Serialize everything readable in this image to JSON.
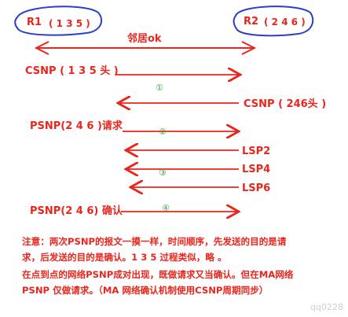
{
  "router_left": {
    "name": "R1",
    "lsps": "( 1 3 5 )"
  },
  "router_right": {
    "name": "R2",
    "lsps": "( 2 4 6 )"
  },
  "adjacency": "邻居ok",
  "steps": [
    {
      "label": "CSNP ( 1 3 5 头 )",
      "direction": "right"
    },
    {
      "num": "①"
    },
    {
      "label": "CSNP ( 246头 )",
      "direction": "left"
    },
    {
      "label": "PSNP(2 4 6 )请求",
      "direction": "right"
    },
    {
      "num": "②"
    },
    {
      "label": "LSP2",
      "direction": "left"
    },
    {
      "label": "LSP4",
      "direction": "left"
    },
    {
      "num": "③"
    },
    {
      "label": "LSP6",
      "direction": "left"
    },
    {
      "label": "PSNP(2 4 6) 确认",
      "direction": "right"
    },
    {
      "num": "④"
    }
  ],
  "note_lines": [
    "注意：两次PSNP的报文一摸一样，时间顺序，先发送的目的是请",
    "求，后发送的目的是确认。1 3 5 过程类似，略 。",
    "在点到点的网络PSNP成对出现，既做请求又当确认。但在MA网络",
    "PSNP 仅做请求。（MA 网络确认机制使用CSNP周期同步）"
  ],
  "watermark": "qq0228",
  "colors": {
    "red": "#e8261d",
    "blue": "#2a3fc4",
    "green": "#3aa13a"
  }
}
